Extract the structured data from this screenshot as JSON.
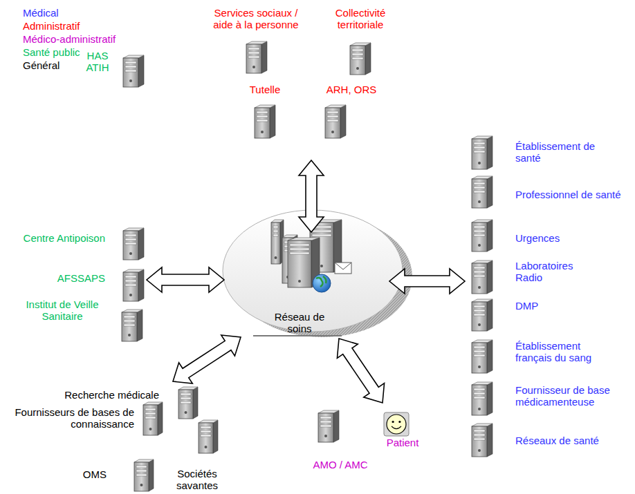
{
  "diagram": {
    "nodes": [
      {
        "text": [
          "Réseau de soins"
        ]
      },
      {
        "text": [
          "Services sociaux / aide à la personne"
        ]
      },
      {
        "text": [
          "Collectivité territoriale"
        ]
      },
      {
        "text": [
          "Tutelle"
        ]
      },
      {
        "text": [
          "ARH, ORS"
        ]
      },
      {
        "text": [
          "HAS ATIH"
        ]
      },
      {
        "text": [
          "Centre Antipoison"
        ]
      },
      {
        "text": [
          "AFSSAPS"
        ]
      },
      {
        "text": [
          "Institut de Veille Sanitaire"
        ]
      },
      {
        "text": [
          "Établissement de santé"
        ]
      },
      {
        "text": [
          "Professionnel de santé"
        ]
      },
      {
        "text": [
          "Urgences"
        ]
      },
      {
        "text": [
          "Laboratoires Radio"
        ]
      },
      {
        "text": [
          "DMP"
        ]
      },
      {
        "text": [
          "Établissement français du sang"
        ]
      },
      {
        "text": [
          "Fournisseur de base médicamenteuse"
        ]
      },
      {
        "text": [
          "Réseaux de santé"
        ]
      },
      {
        "text": [
          "Recherche médicale"
        ]
      },
      {
        "text": [
          "Fournisseurs de bases de connaissance"
        ]
      },
      {
        "text": [
          "OMS"
        ]
      },
      {
        "text": [
          "Sociétés savantes"
        ]
      },
      {
        "text": [
          "AMO / AMC"
        ]
      },
      {
        "text": [
          "Patient"
        ]
      }
    ],
    "legend": [
      {
        "text": "Médical",
        "color": "#3333ff"
      },
      {
        "text": "Administratif",
        "color": "#ff0000"
      },
      {
        "text": "Médico-administratif",
        "color": "#cc00cc"
      },
      {
        "text": "Santé public",
        "color": "#00c060"
      },
      {
        "text": "Général",
        "color": "#000000"
      }
    ]
  }
}
